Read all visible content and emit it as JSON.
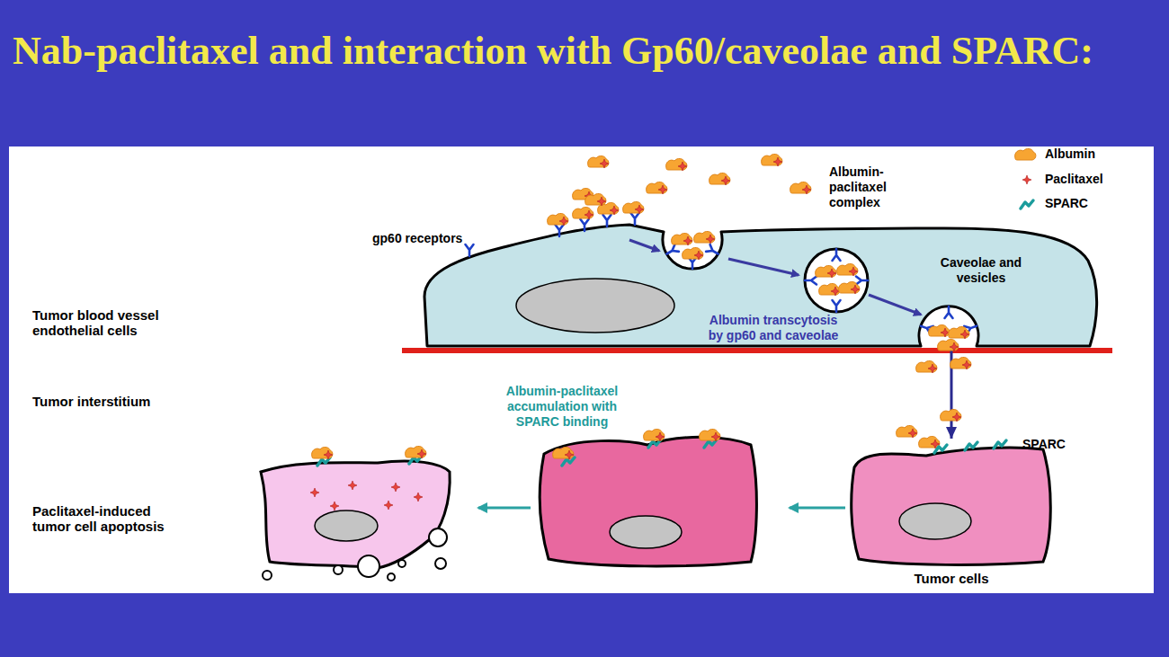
{
  "diagram": {
    "title": "Nab-paclitaxel and interaction with Gp60/caveolae and SPARC:",
    "nodes": [
      {
        "text": [
          "Caveolae and vesicles",
          "Albumin transcytosis by gp60 and caveolae"
        ]
      },
      {
        "text": [
          "Tumor cells"
        ]
      }
    ],
    "edges": [
      {
        "from": 0,
        "to": 1,
        "arrow": "to"
      }
    ],
    "labels": [
      "Albumin-paclitaxel complex",
      "gp60 receptors",
      "Tumor blood vessel endothelial cells",
      "Tumor interstitium",
      "Albumin-paclitaxel accumulation with SPARC binding",
      "Paclitaxel-induced tumor cell apoptosis",
      "SPARC"
    ],
    "legend": [
      {
        "text": "Albumin"
      },
      {
        "text": "Paclitaxel"
      },
      {
        "text": "SPARC"
      }
    ]
  }
}
